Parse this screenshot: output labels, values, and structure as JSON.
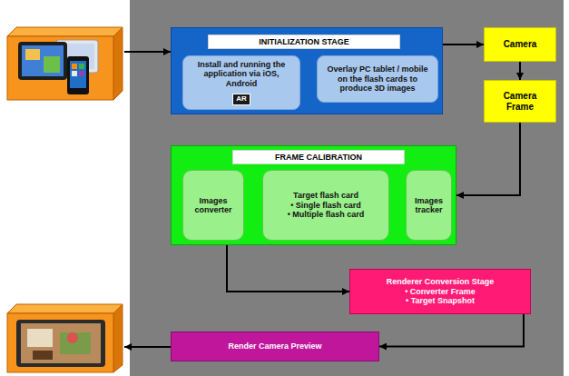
{
  "diagram": {
    "nodes": [
      {
        "text": [
          "INITIALIZATION STAGE"
        ]
      },
      {
        "text": [
          "Install and running the application via iOS, Android",
          "AR"
        ],
        "in": 0
      },
      {
        "text": [
          "Overlay PC tablet / mobile on the flash cards to produce 3D images"
        ],
        "in": 0
      },
      {
        "text": [
          "Camera"
        ]
      },
      {
        "text": [
          "Camera Frame"
        ]
      },
      {
        "text": [
          "FRAME CALIBRATION"
        ]
      },
      {
        "text": [
          "Images converter"
        ],
        "in": 5
      },
      {
        "text": [
          "Target flash card",
          "• Single flash card",
          "• Multiple flash card"
        ],
        "in": 5
      },
      {
        "text": [
          "Images tracker"
        ],
        "in": 5
      },
      {
        "text": [
          "Renderer Conversion Stage",
          "• Converter Frame",
          "• Target Snapshot"
        ]
      },
      {
        "text": [
          "Render Camera Preview"
        ]
      }
    ],
    "edges": [
      {
        "from": 1,
        "to": 2,
        "arrow": "to"
      },
      {
        "from": 0,
        "to": 3,
        "arrow": "to"
      },
      {
        "from": 3,
        "to": 4,
        "arrow": "to"
      },
      {
        "from": 4,
        "to": 5,
        "arrow": "to"
      },
      {
        "from": 8,
        "to": 7,
        "arrow": "to"
      },
      {
        "from": 7,
        "to": 6,
        "arrow": "to"
      },
      {
        "from": 5,
        "to": 9,
        "arrow": "to"
      },
      {
        "from": 9,
        "to": 10,
        "arrow": "to"
      }
    ]
  }
}
